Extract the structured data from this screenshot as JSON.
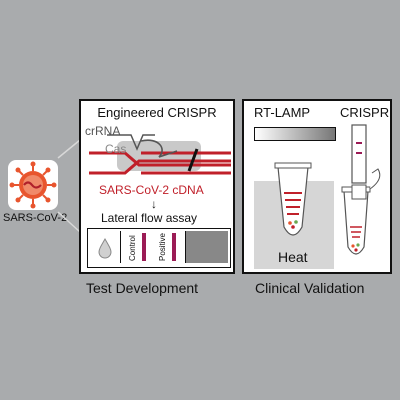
{
  "virus": {
    "label": "SARS-CoV-2"
  },
  "test_panel": {
    "title": "Engineered CRISPR",
    "crrna_label": "crRNA",
    "cas_label": "Cas",
    "cdna_label": "SARS-CoV-2 cDNA",
    "arrow": "↓",
    "lfa_title": "Lateral flow assay",
    "control_label": "Control",
    "positive_label": "Positive",
    "caption": "Test Development"
  },
  "clinical_panel": {
    "rtlamp_label": "RT-LAMP",
    "crispr_label": "CRISPR",
    "heat_label": "Heat",
    "caption": "Clinical Validation"
  },
  "colors": {
    "background": "#a9abad",
    "accent_red": "#c0202a",
    "virus_orange": "#e8552e",
    "magenta": "#9b1b55"
  }
}
